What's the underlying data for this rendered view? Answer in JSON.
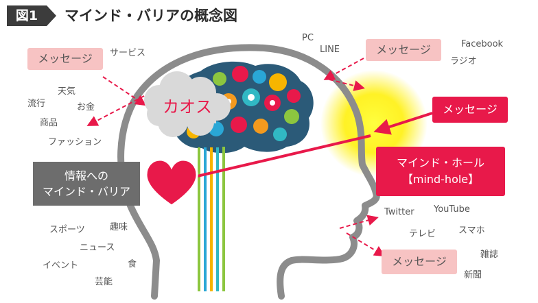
{
  "figure_label": "図1",
  "title": "マインド・バリアの概念図",
  "chaos_label": "カオス",
  "barrier_label": {
    "line1": "情報への",
    "line2": "マインド・バリア"
  },
  "mind_hole_label": {
    "line1": "マインド・ホール",
    "line2": "【mind-hole】"
  },
  "message_boxes": {
    "top_left": "メッセージ",
    "top_right": "メッセージ",
    "red": "メッセージ",
    "bottom_right": "メッセージ"
  },
  "words": {
    "service": "サービス",
    "weather": "天気",
    "trend": "流行",
    "money": "お金",
    "product": "商品",
    "fashion": "ファッション",
    "pc": "PC",
    "line": "LINE",
    "facebook": "Facebook",
    "radio": "ラジオ",
    "sports": "スポーツ",
    "hobby": "趣味",
    "news": "ニュース",
    "event": "イベント",
    "food": "食",
    "entertainment": "芸能",
    "twitter": "Twitter",
    "youtube": "YouTube",
    "tv": "テレビ",
    "smartphone": "スマホ",
    "magazine": "雑誌",
    "newspaper": "新聞"
  },
  "colors": {
    "accent_red": "#e8194a",
    "message_pink": "#f7c3c3",
    "barrier_grey": "#6d6d6d",
    "head_outline": "#8c8c8c",
    "glow_yellow": "#ffee00"
  }
}
